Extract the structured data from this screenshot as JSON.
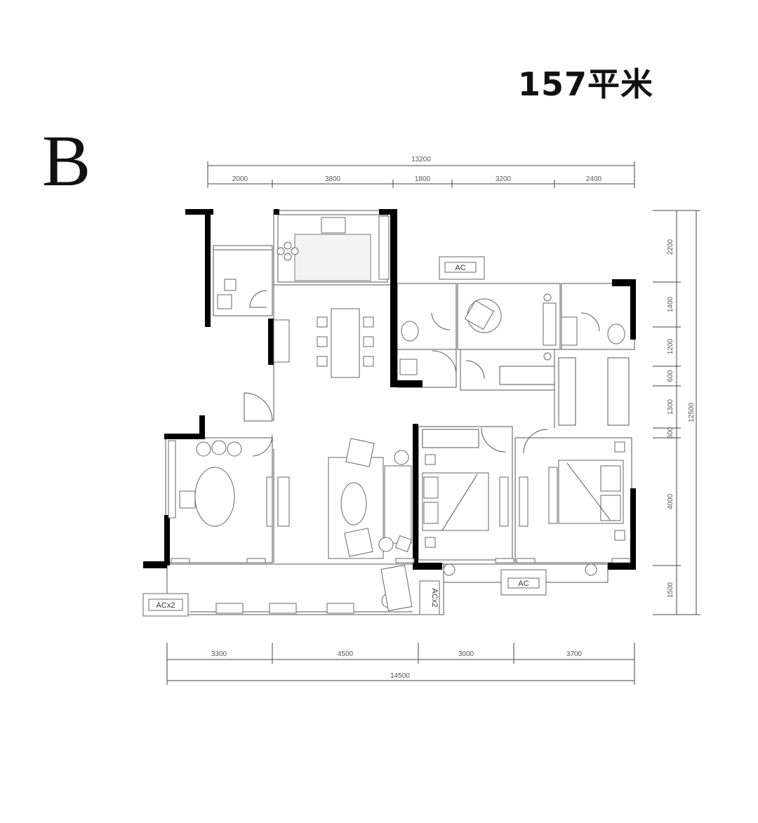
{
  "header": {
    "area": "157平米",
    "type": "B"
  },
  "dimensions": {
    "top_total": "13200",
    "top_segments": [
      "2000",
      "3800",
      "1800",
      "3200",
      "2400"
    ],
    "right_total": "12500",
    "right_segments": [
      "2200",
      "1400",
      "1200",
      "600",
      "1300",
      "300",
      "4000",
      "1500"
    ],
    "bottom_segments": [
      "3300",
      "4500",
      "3000",
      "3700"
    ],
    "bottom_total": "14500"
  },
  "ac_labels": {
    "top": "AC",
    "bedroom": "AC",
    "balcony_left": "ACx2",
    "balcony_mid": "ACx2"
  }
}
